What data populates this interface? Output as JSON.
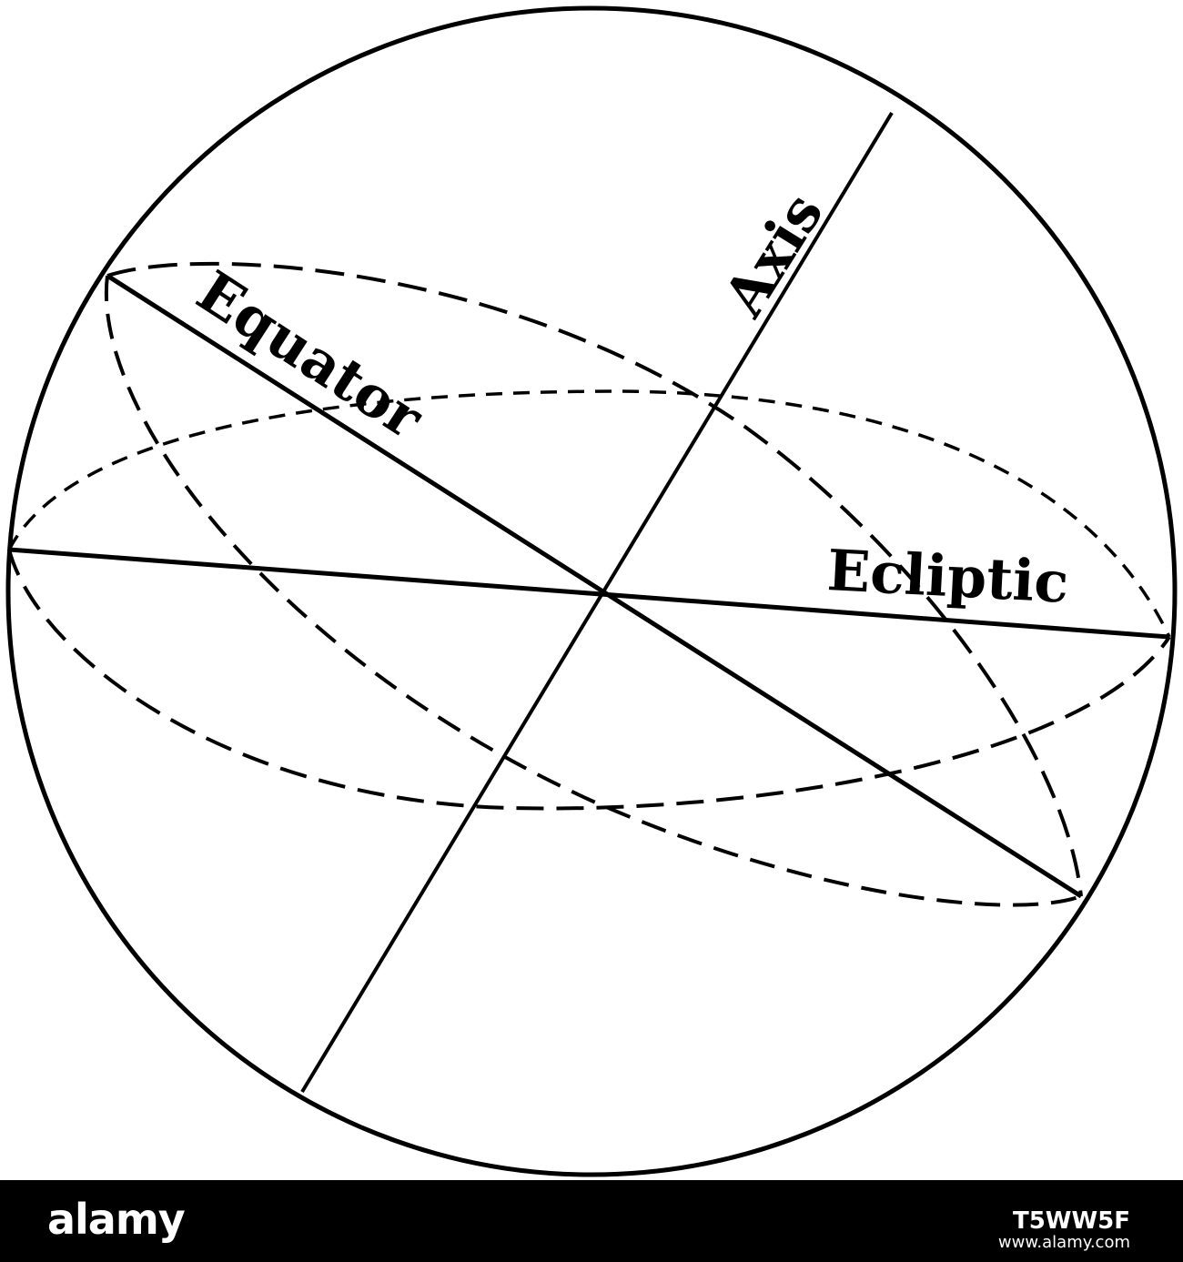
{
  "diagram": {
    "labels": {
      "axis": "Axis",
      "equator": "Equator",
      "ecliptic": "Ecliptic"
    },
    "stroke_color": "#000000",
    "background_color": "#ffffff"
  },
  "watermark": {
    "brand": "alamy",
    "image_code": "T5WW5F",
    "site": "www.alamy.com",
    "bar_color": "#000000",
    "text_color": "#ffffff"
  }
}
